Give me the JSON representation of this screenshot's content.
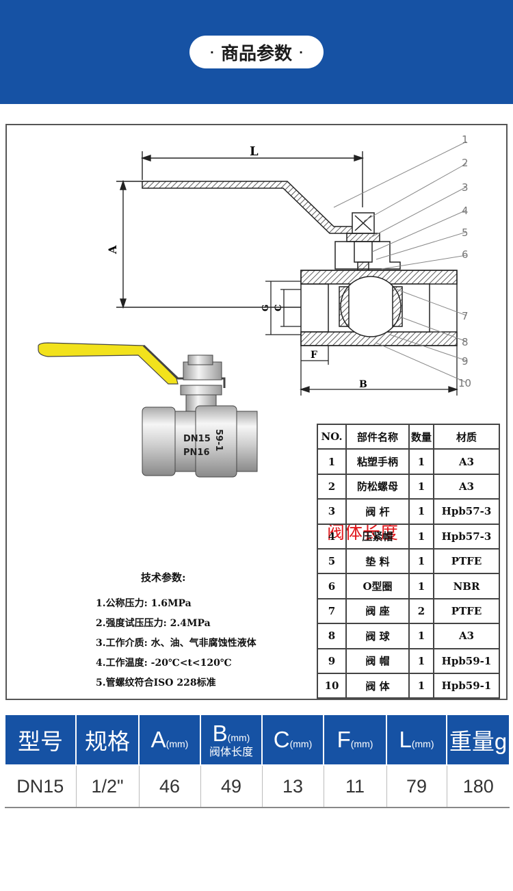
{
  "header": {
    "title": "商品参数",
    "dot_left": "·",
    "dot_right": "·"
  },
  "drawing": {
    "dim_L": "L",
    "dim_A": "A",
    "dim_G": "G",
    "dim_C": "C",
    "dim_F": "F",
    "dim_B": "B",
    "callouts": [
      "1",
      "2",
      "3",
      "4",
      "5",
      "6",
      "7",
      "8",
      "9",
      "10"
    ],
    "body_marks": {
      "dn": "DN15",
      "pn": "PN16",
      "alloy": "59-1"
    },
    "valve_length_label": "阀体长度"
  },
  "parts_table": {
    "headers": [
      "NO.",
      "部件名称",
      "数量",
      "材质"
    ],
    "rows": [
      [
        "1",
        "粘塑手柄",
        "1",
        "A3"
      ],
      [
        "2",
        "防松螺母",
        "1",
        "A3"
      ],
      [
        "3",
        "阀 杆",
        "1",
        "Hpb57-3"
      ],
      [
        "4",
        "压紧帽",
        "1",
        "Hpb57-3"
      ],
      [
        "5",
        "垫 料",
        "1",
        "PTFE"
      ],
      [
        "6",
        "O型圈",
        "1",
        "NBR"
      ],
      [
        "7",
        "阀 座",
        "2",
        "PTFE"
      ],
      [
        "8",
        "阀 球",
        "1",
        "A3"
      ],
      [
        "9",
        "阀 帽",
        "1",
        "Hpb59-1"
      ],
      [
        "10",
        "阀 体",
        "1",
        "Hpb59-1"
      ]
    ]
  },
  "tech_params": {
    "title": "技术参数:",
    "lines": [
      "1.公称压力: 1.6MPa",
      "2.强度试压压力: 2.4MPa",
      "3.工作介质: 水、油、气非腐蚀性液体",
      "4.工作温度: -20℃<t<120℃",
      "5.管螺纹符合ISO 228标准"
    ]
  },
  "spec_table": {
    "headers": {
      "model": "型号",
      "spec": "规格",
      "a": "A",
      "a_unit": "(mm)",
      "b": "B",
      "b_unit": "(mm)",
      "b_sub": "阀体长度",
      "c": "C",
      "c_unit": "(mm)",
      "f": "F",
      "f_unit": "(mm)",
      "l": "L",
      "l_unit": "(mm)",
      "weight": "重量g"
    },
    "row": {
      "model": "DN15",
      "spec": "1/2\"",
      "a": "46",
      "b": "49",
      "c": "13",
      "f": "11",
      "l": "79",
      "weight": "180"
    }
  },
  "colors": {
    "brand_blue": "#1652a4",
    "handle_yellow": "#f2e21c",
    "red_label": "#e0191d"
  }
}
